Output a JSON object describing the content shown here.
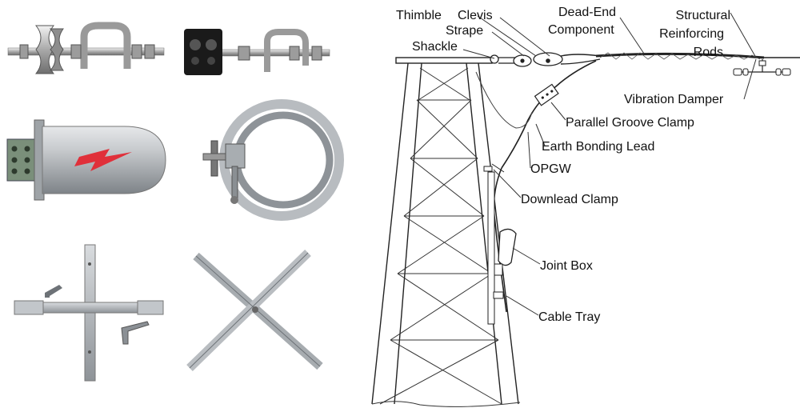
{
  "photos": [
    {
      "name": "suspension-clamp-photo"
    },
    {
      "name": "downlead-clamp-photo"
    },
    {
      "name": "joint-box-photo",
      "accent": "#e0303a"
    },
    {
      "name": "strap-clamp-photo"
    },
    {
      "name": "cable-tray-cross-photo"
    },
    {
      "name": "cable-tray-x-photo"
    }
  ],
  "labels": {
    "thimble": "Thimble",
    "clevis": "Clevis",
    "strape": "Strape",
    "shackle": "Shackle",
    "dead_end_line1": "Dead-End",
    "dead_end_line2": "Component",
    "structural_line1": "Structural",
    "structural_line2": "Reinforcing",
    "structural_line3": "Rods",
    "vibration_damper": "Vibration Damper",
    "parallel_groove_clamp": "Parallel Groove Clamp",
    "earth_bonding_lead": "Earth Bonding Lead",
    "opgw": "OPGW",
    "downlead_clamp": "Downlead Clamp",
    "joint_box": "Joint Box",
    "cable_tray": "Cable Tray"
  }
}
